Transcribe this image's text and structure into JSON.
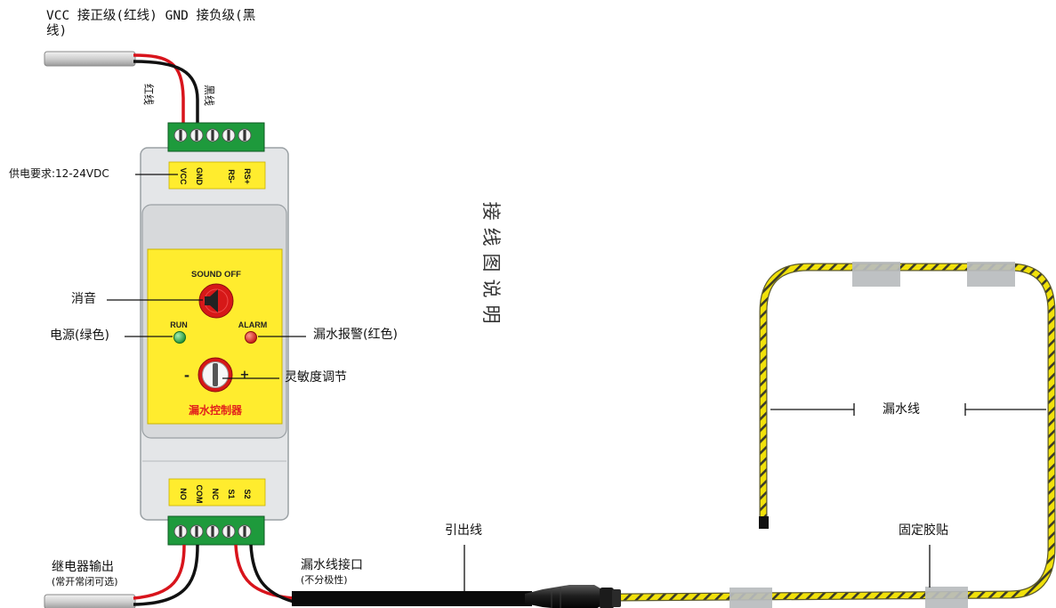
{
  "title": "接线图说明",
  "top_note": {
    "line1": "VCC 接正级(红线) GND 接负级(黑",
    "line2": "线)"
  },
  "wire_tags": {
    "red": "红线",
    "black": "黑线"
  },
  "power_requirement": "供电要求:12-24VDC",
  "top_terminals": [
    "VCC",
    "GND",
    "",
    "RS-",
    "RS+"
  ],
  "bottom_terminals": [
    "NO",
    "COM",
    "NC",
    "S1",
    "S2"
  ],
  "panel": {
    "sound_off": "SOUND OFF",
    "run": "RUN",
    "alarm": "ALARM",
    "minus": "-",
    "plus": "+",
    "device_name": "漏水控制器"
  },
  "callouts": {
    "mute": "消音",
    "power_led": "电源(绿色)",
    "leak_alarm": "漏水报警(红色)",
    "sensitivity": "灵敏度调节",
    "leak_wire": "漏水线",
    "lead_wire": "引出线",
    "fixing_tape": "固定胶贴",
    "relay_output": "继电器输出",
    "relay_note": "(常开常闭可选)",
    "leak_port": "漏水线接口",
    "leak_port_note": "(不分极性)"
  },
  "colors": {
    "panel_yellow": "#ffec2e",
    "housing": "#e4e6e8",
    "terminal_green": "#1e9a3c",
    "wire_red": "#d8141c",
    "led_green": "#2cb84a",
    "led_red": "#e8241c",
    "leak_cable": "#f1e10a",
    "device_name_red": "#e2211c"
  }
}
